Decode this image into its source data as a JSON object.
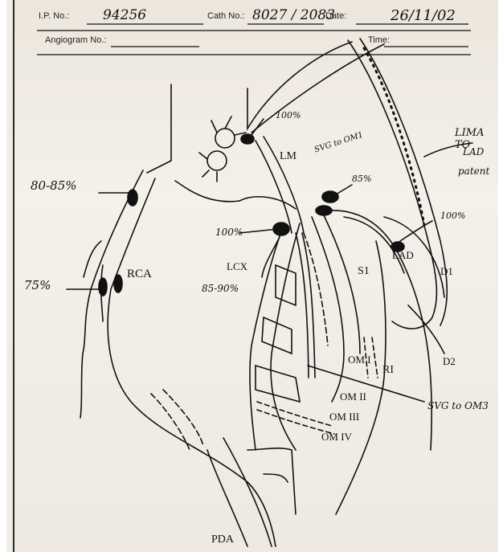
{
  "form": {
    "ip_label": "I.P. No.:",
    "ip_value": "94256",
    "cath_label": "Cath No.:",
    "cath_value": "8027 / 2083",
    "date_label": "Date:",
    "date_value": "26/11/02",
    "angiogram_label": "Angiogram No.:",
    "time_label": "Time:"
  },
  "labels": {
    "rca": "RCA",
    "lm": "LM",
    "lcx": "LCX",
    "lad": "LAD",
    "s1": "S1",
    "d1": "D1",
    "d2": "D2",
    "ri": "RI",
    "om1": "OM I",
    "om2": "OM II",
    "om3": "OM III",
    "om4": "OM IV",
    "pda": "PDA"
  },
  "annotations": {
    "rca_prox": "80-85%",
    "rca_mid": "75%",
    "graft_top": "100%",
    "svg_om1": "SVG to OM1",
    "lad_prox": "85%",
    "lcx_prox": "100%",
    "lcx_dist": "85-90%",
    "lad_mid": "100%",
    "limato": "LIMA TO",
    "lad_word": "LAD",
    "patent": "patent",
    "svg_om3": "SVG to OM3"
  }
}
